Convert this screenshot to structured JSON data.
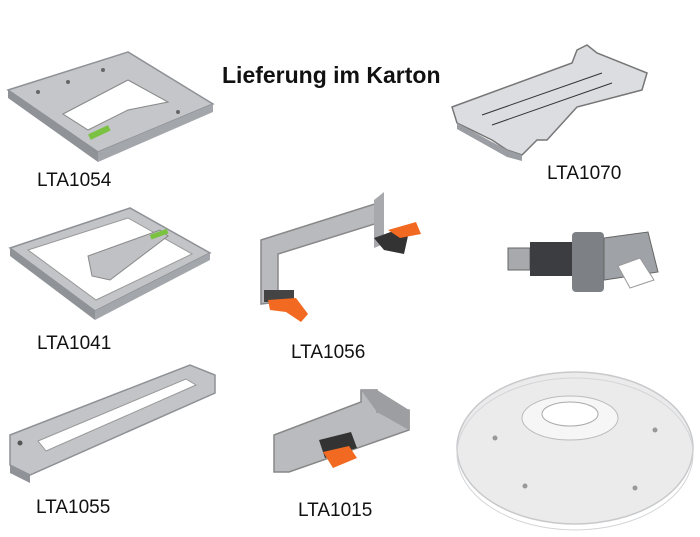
{
  "heading": "Lieferung im Karton",
  "products": [
    {
      "code": "LTA1054",
      "icon": "template-plate-icon"
    },
    {
      "code": "LTA1070",
      "icon": "setting-gauge-icon"
    },
    {
      "code": "LTA1041",
      "icon": "frame-plate-icon"
    },
    {
      "code": "LTA1056",
      "icon": "clamp-bracket-icon"
    },
    {
      "code": "",
      "icon": "router-bit-icon"
    },
    {
      "code": "LTA1055",
      "icon": "base-rail-icon"
    },
    {
      "code": "LTA1015",
      "icon": "angle-stop-icon"
    },
    {
      "code": "",
      "icon": "round-base-plate-icon"
    }
  ],
  "colors": {
    "accent": "#f26a21",
    "brand": "#7bc242",
    "metal": "#a9acb0"
  }
}
